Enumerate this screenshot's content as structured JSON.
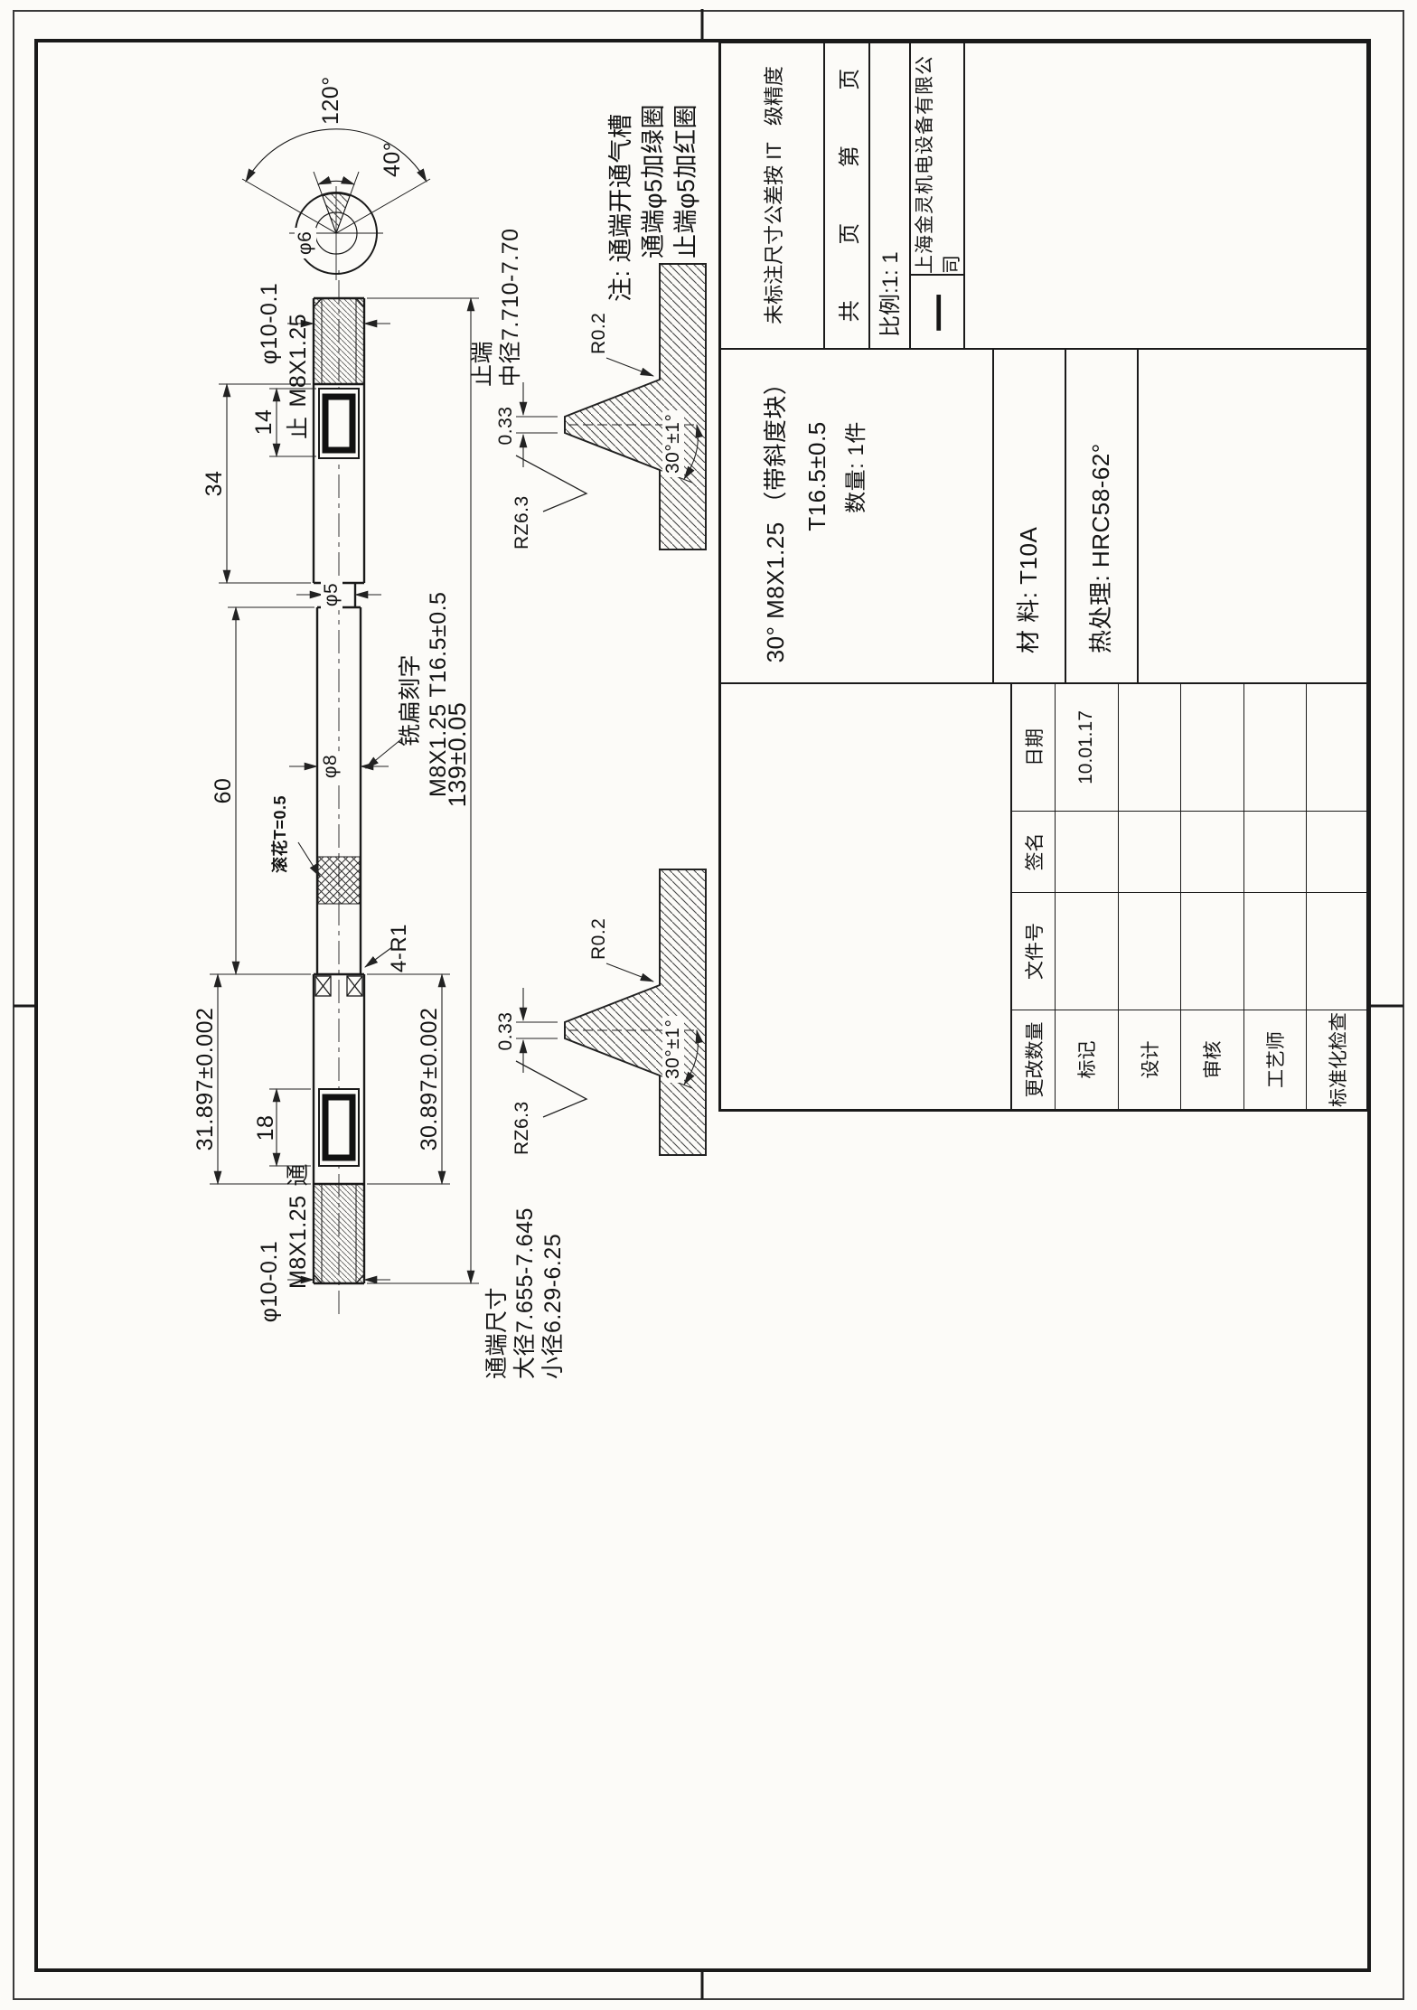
{
  "drawing": {
    "notes": {
      "prefix": "注:",
      "lines": [
        "通端开通气槽",
        "通端φ5加绿圈",
        "止端φ5加红圈"
      ]
    },
    "end_view": {
      "angle_full": "120°",
      "angle_half": "40°",
      "inner_dia": "φ6"
    },
    "stop_end": {
      "label": "止端",
      "pitch_dia": "中径7.710-7.70"
    },
    "go_end": {
      "title": "通端尺寸",
      "major_dia": "大径7.655-7.645",
      "minor_dia": "小径6.29-6.25"
    },
    "dims": {
      "d14": "14",
      "d34": "34",
      "d60": "60",
      "d18": "18",
      "overall": "139±0.05",
      "block_a": "31.897±0.002",
      "block_b": "30.897±0.002",
      "dia10_go": "φ10-0.1",
      "dia10_stop": "φ10-0.1",
      "dia8": "φ8",
      "dia5": "φ5",
      "thread_go": "M8X1.25",
      "thread_stop": "M8X1.25",
      "go": "通",
      "stop": "止",
      "fillets": "4-R1",
      "knurl": "滚花T=0.5",
      "mill_line1": "铣扁刻字",
      "mill_line2": "M8X1.25 T16.5±0.5"
    },
    "profile": {
      "tip": "0.33",
      "root": "R0.2",
      "angle": "30°±1°",
      "roughness": "RZ6.3"
    }
  },
  "title_block": {
    "tolerance_note": "未标注尺寸公差按 IT",
    "tolerance_grade": "级精度",
    "pages": [
      "共",
      "页",
      "第",
      "页"
    ],
    "scale": "比例:1: 1",
    "logo": "一",
    "company": "上海金灵机电设备有限公司",
    "part_title": "30° M8X1.25 （带斜度块）",
    "part_tolerance": "T16.5±0.5",
    "quantity": "数量: 1件",
    "material": "材 料: T10A",
    "heat_treatment": "热处理: HRC58-62°",
    "rev_headers": [
      "更改数量",
      "文件号",
      "签名",
      "日期"
    ],
    "rev_rows": [
      {
        "label": "标记",
        "date": "10.01.17"
      },
      {
        "label": "设计",
        "date": ""
      },
      {
        "label": "审核",
        "date": ""
      },
      {
        "label": "工艺师",
        "date": ""
      },
      {
        "label": "标准化检查",
        "date": ""
      }
    ]
  }
}
